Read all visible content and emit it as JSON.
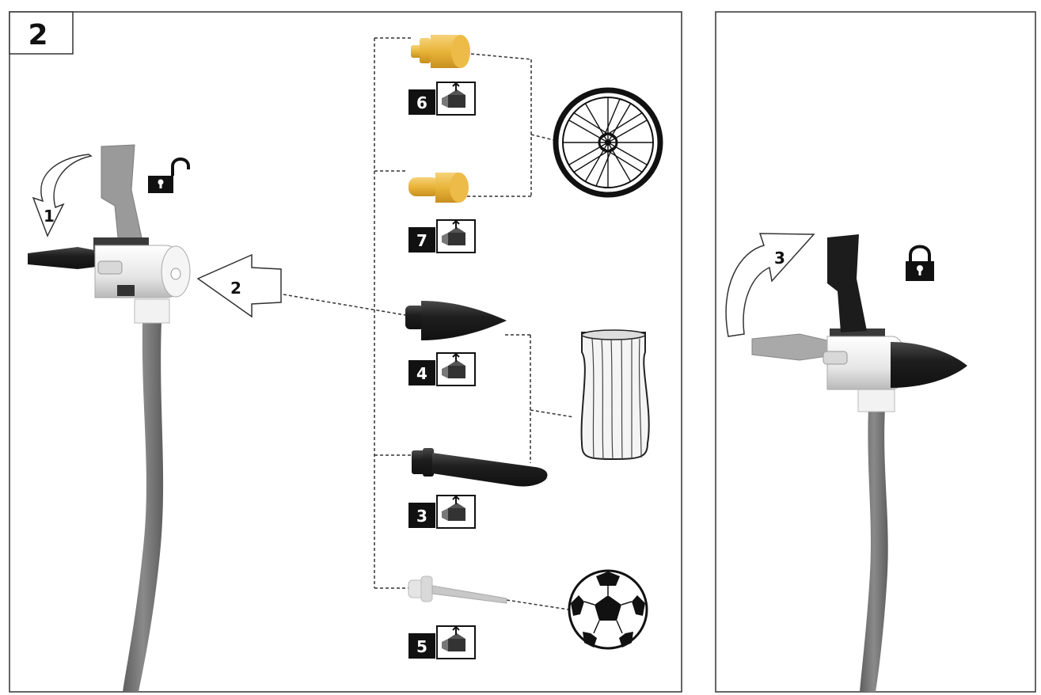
{
  "step_box": "2",
  "steps": {
    "open_lever": "1",
    "insert": "2",
    "close_lever": "3"
  },
  "adapters": [
    {
      "number": "6",
      "icon": "accessory-box-icon"
    },
    {
      "number": "7",
      "icon": "accessory-box-icon"
    },
    {
      "number": "4",
      "icon": "accessory-box-icon"
    },
    {
      "number": "3",
      "icon": "accessory-box-icon"
    },
    {
      "number": "5",
      "icon": "accessory-box-icon"
    }
  ],
  "icons": {
    "unlock": "unlock-padlock-icon",
    "lock": "lock-padlock-icon",
    "wheel": "bicycle-wheel-icon",
    "fender": "inflatable-fender-icon",
    "ball": "soccer-ball-icon"
  },
  "colors": {
    "brass": "#e9b53a",
    "adapter_black": "#1e1e1e",
    "hose": "#7a7a7a",
    "lever_grey": "#9a9a9a",
    "frame": "#333333"
  }
}
